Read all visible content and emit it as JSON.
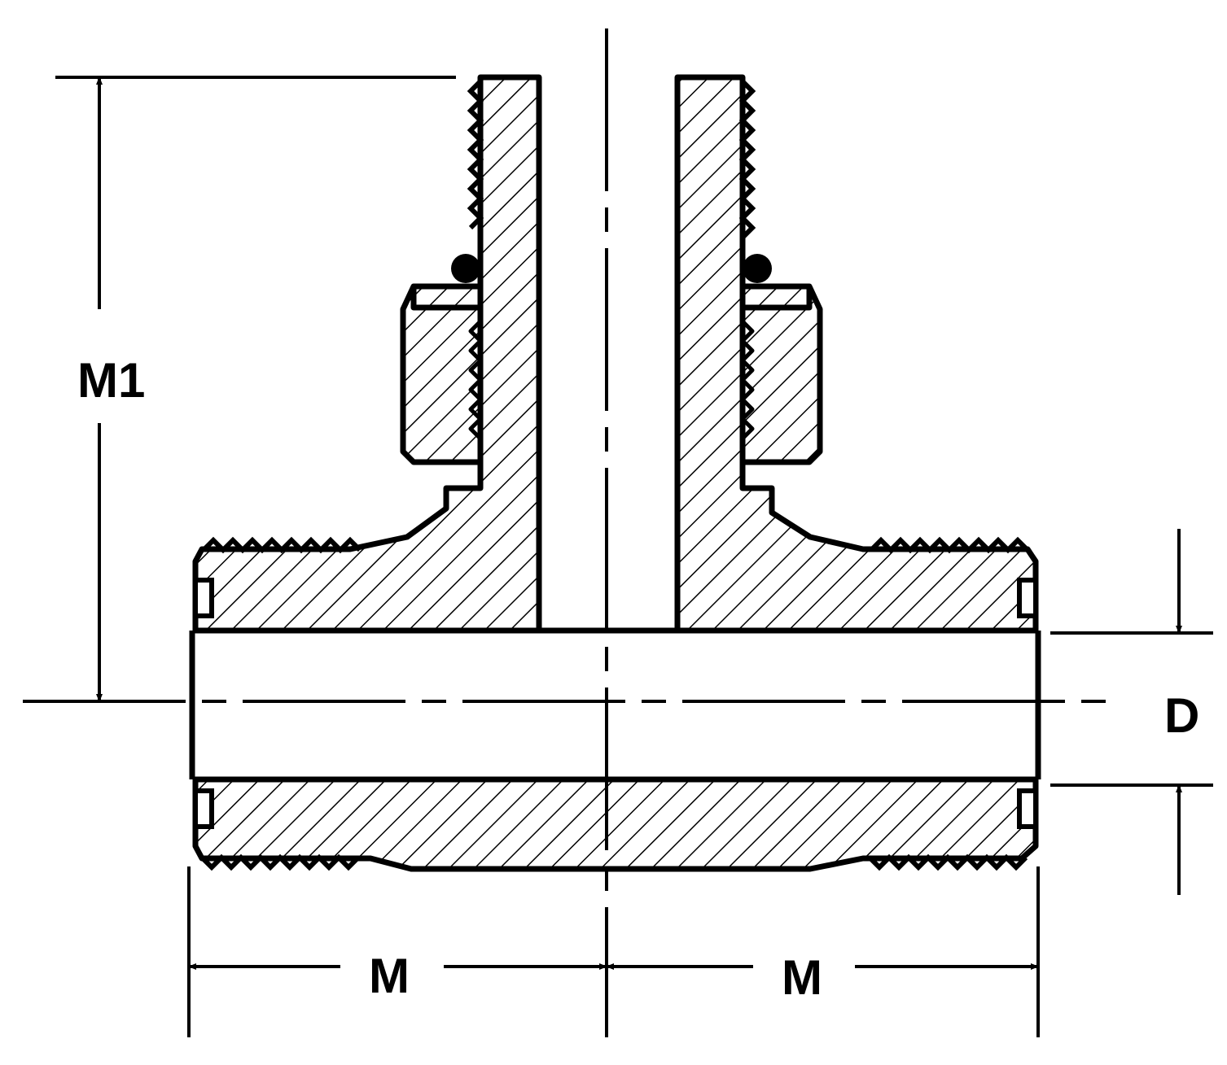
{
  "labels": {
    "height_left": "M1",
    "bore_diameter": "D",
    "run_left": "M",
    "run_right": "M"
  },
  "colors": {
    "ink": "#000000",
    "paper": "#ffffff"
  }
}
